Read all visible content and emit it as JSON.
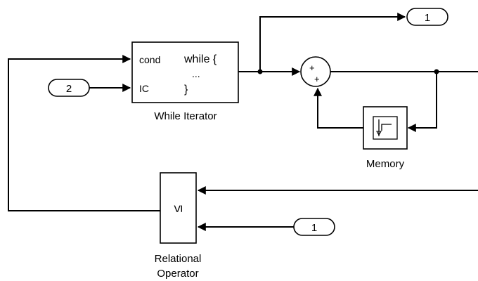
{
  "diagram": {
    "while_iterator": {
      "name": "While Iterator",
      "input_cond": "cond",
      "input_ic": "IC",
      "code_open": "while {",
      "code_ellipsis": "...",
      "code_close": "}"
    },
    "inport_ic": {
      "number": "2"
    },
    "outport_top": {
      "number": "1"
    },
    "sum": {
      "sign_top": "+",
      "sign_bottom": "+"
    },
    "memory": {
      "name": "Memory"
    },
    "relational_operator": {
      "name_line1": "Relational",
      "name_line2": "Operator",
      "operator": "≤"
    },
    "inport_bottom": {
      "number": "1"
    }
  }
}
